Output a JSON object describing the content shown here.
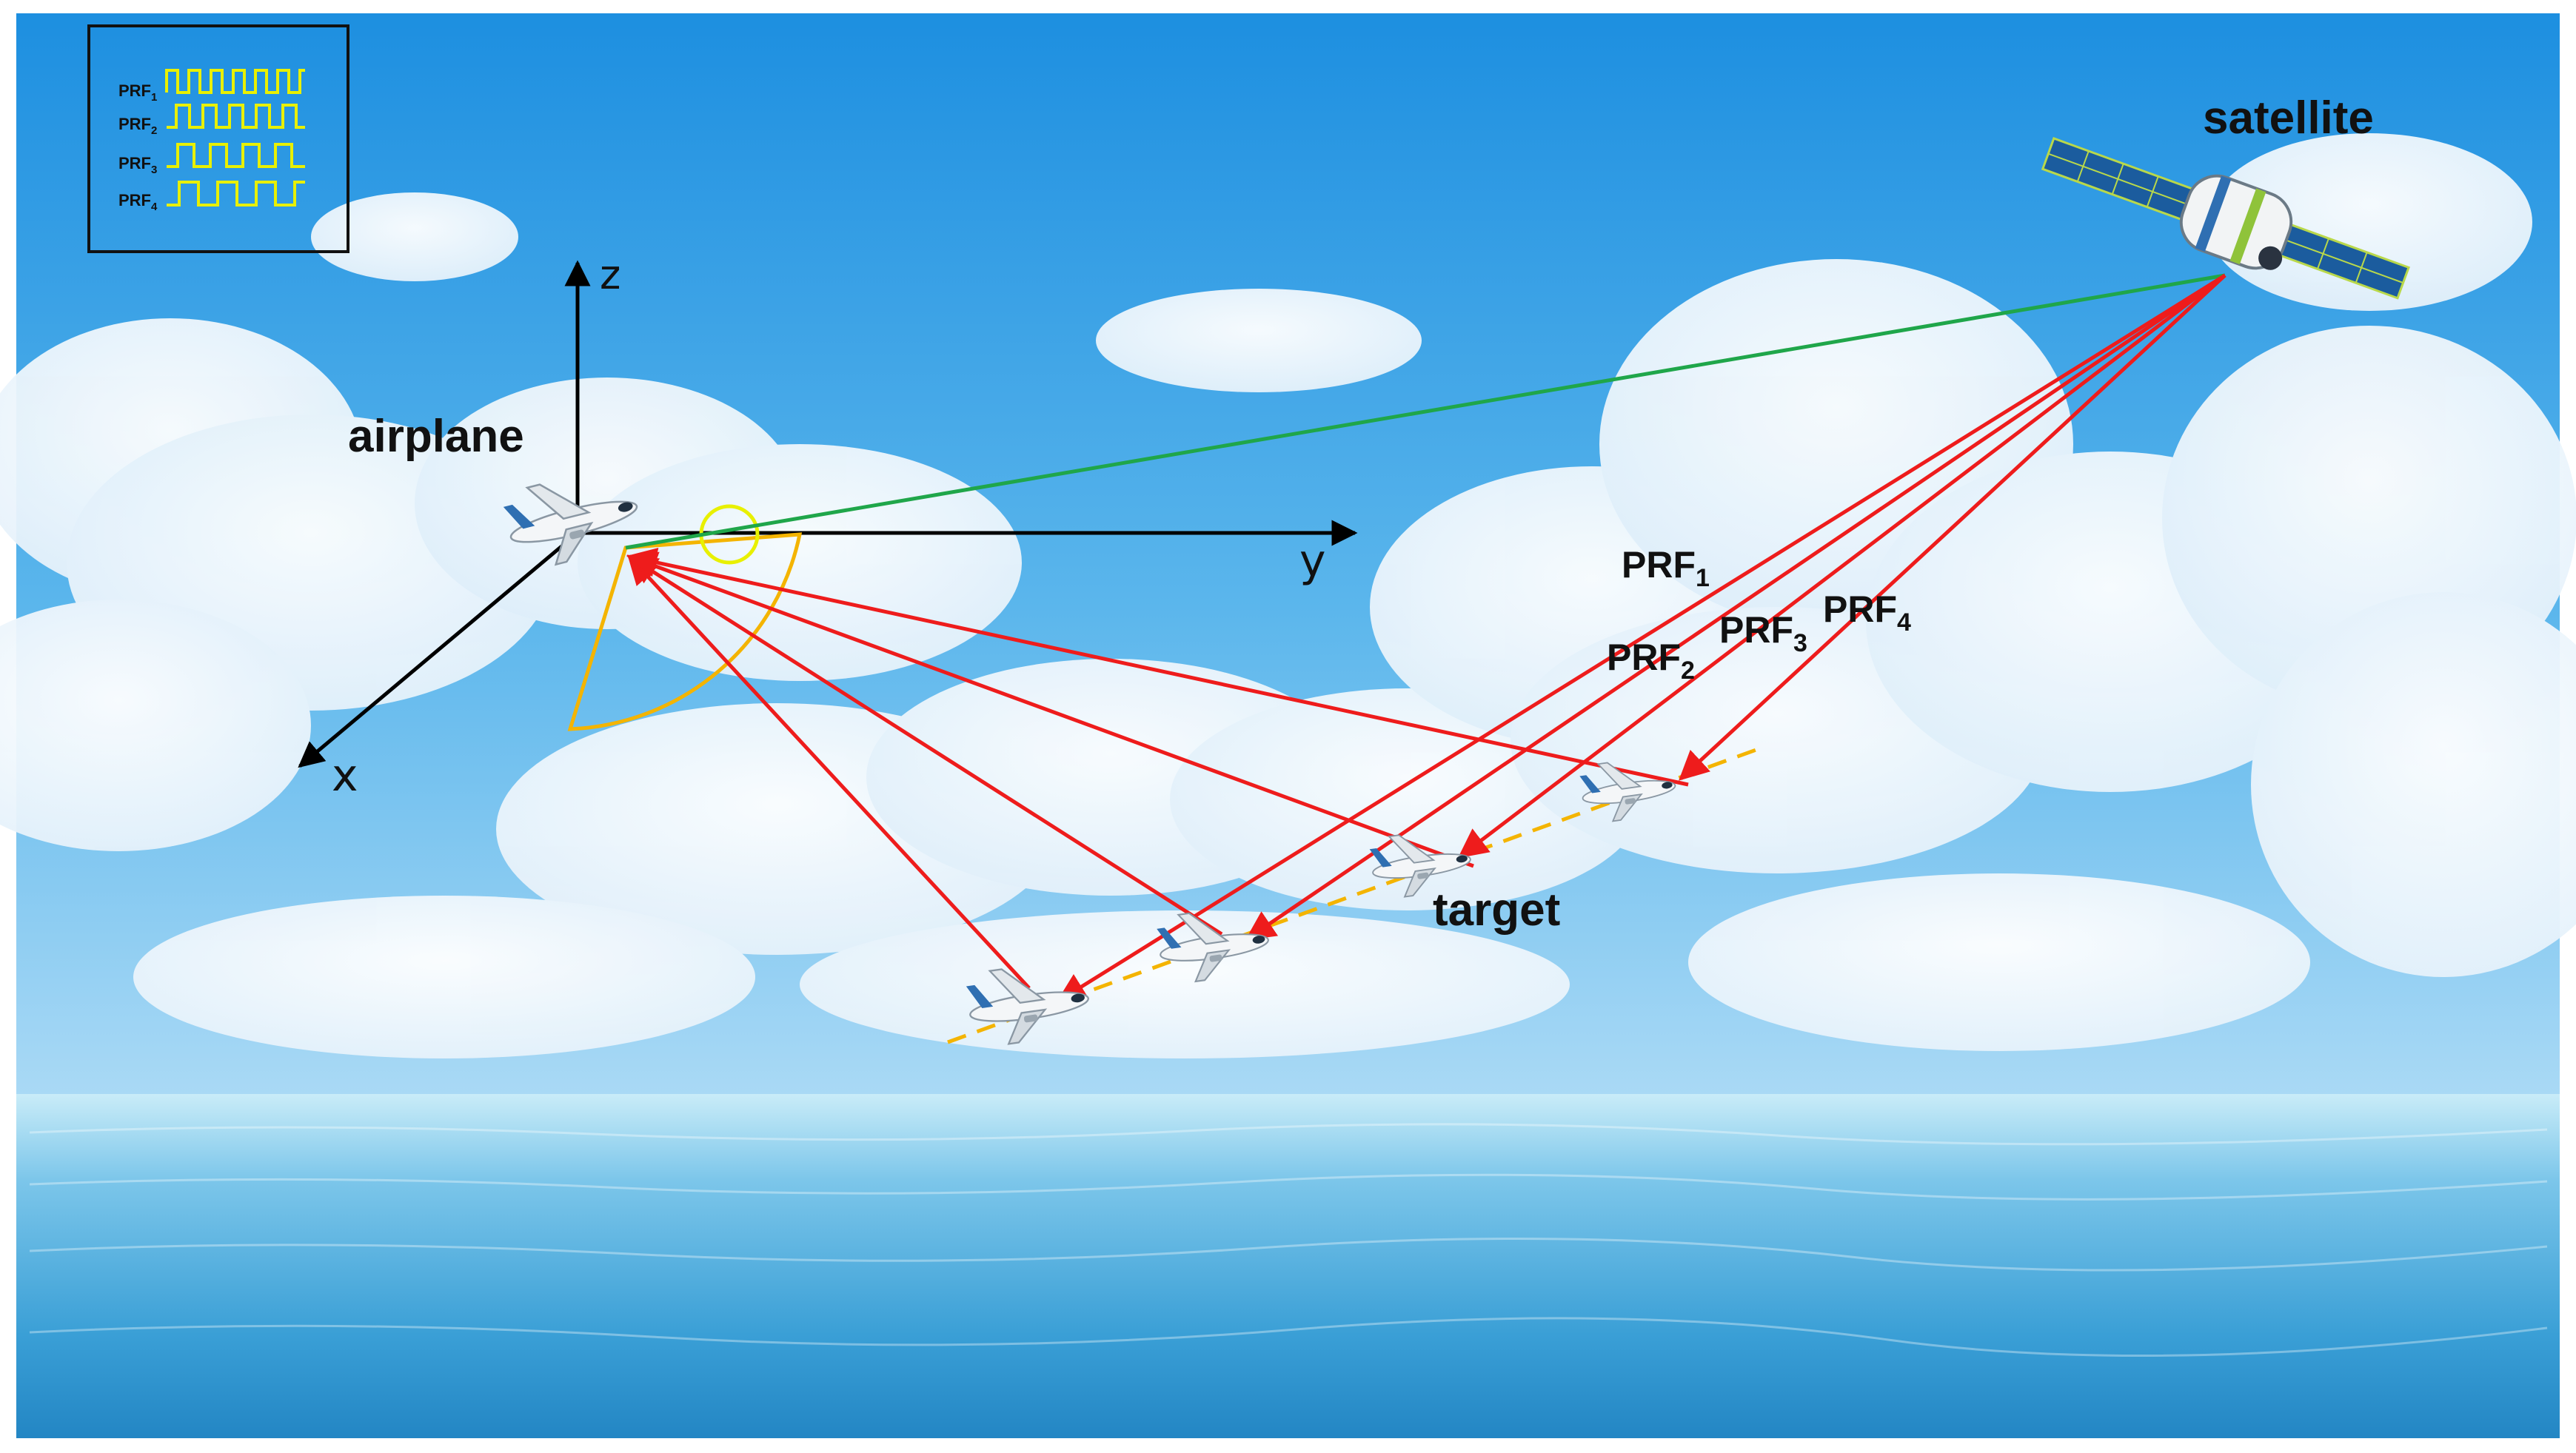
{
  "labels": {
    "satellite": "satellite",
    "airplane": "airplane",
    "target": "target"
  },
  "axes": {
    "x": "x",
    "y": "y",
    "z": "z"
  },
  "prf_labels": [
    {
      "base": "PRF",
      "sub": "1"
    },
    {
      "base": "PRF",
      "sub": "2"
    },
    {
      "base": "PRF",
      "sub": "3"
    },
    {
      "base": "PRF",
      "sub": "4"
    }
  ],
  "legend": {
    "rows": [
      {
        "base": "PRF",
        "sub": "1"
      },
      {
        "base": "PRF",
        "sub": "2"
      },
      {
        "base": "PRF",
        "sub": "3"
      },
      {
        "base": "PRF",
        "sub": "4"
      }
    ]
  },
  "colors": {
    "direct_path": "#1fa64a",
    "echo_paths": "#ee1c1c",
    "beam_sector": "#f4b400",
    "pulse_trains": "#e8f000",
    "target_track": "#f4b400",
    "sea": "#3a9fd6",
    "sky": "#2a9ee0",
    "axes": "#000000"
  },
  "icons": [
    "airplane-icon",
    "satellite-icon",
    "target-airplane-icon"
  ]
}
